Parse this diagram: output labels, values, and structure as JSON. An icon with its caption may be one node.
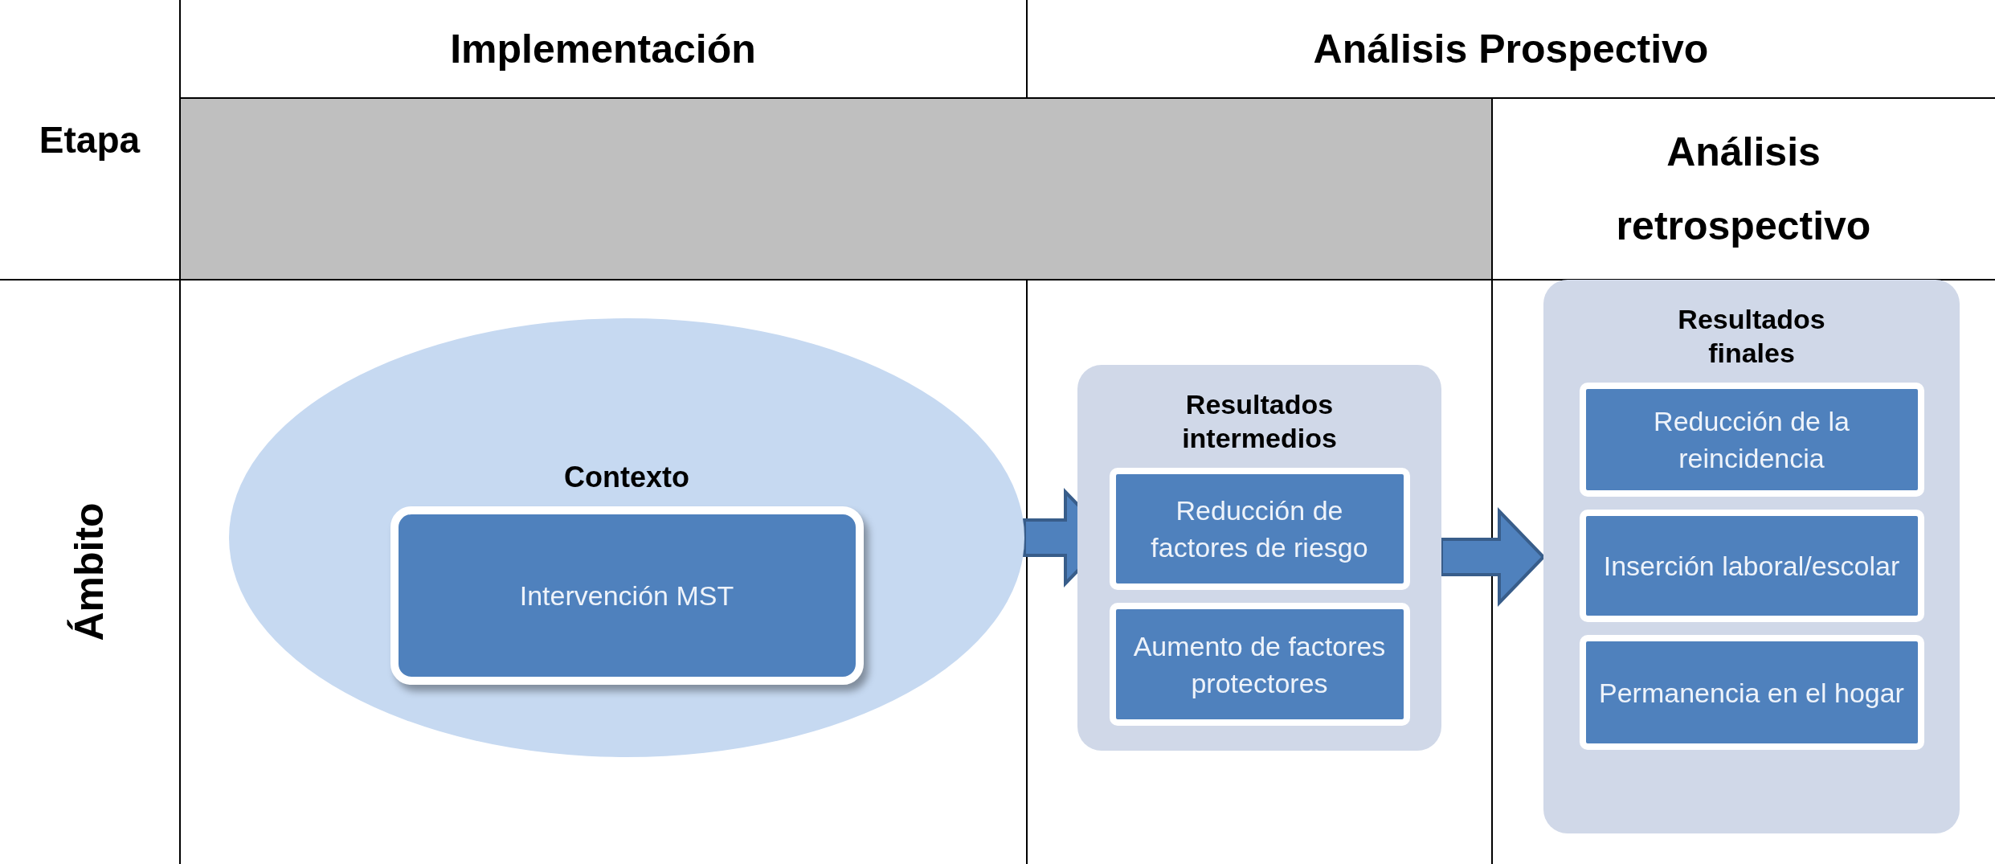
{
  "diagram": {
    "nodes": [
      {
        "text": [
          "Contexto"
        ]
      },
      {
        "text": [
          "Intervención MST"
        ],
        "in": 0
      },
      {
        "text": [
          "Resultados intermedios"
        ]
      },
      {
        "text": [
          "Reducción de factores de riesgo"
        ],
        "in": 2
      },
      {
        "text": [
          "Aumento de factores protectores"
        ],
        "in": 2
      },
      {
        "text": [
          "Resultados finales"
        ]
      },
      {
        "text": [
          "Reducción de la reincidencia"
        ],
        "in": 5
      },
      {
        "text": [
          "Inserción laboral/escolar"
        ],
        "in": 5
      },
      {
        "text": [
          "Permanencia en el hogar"
        ],
        "in": 5
      }
    ],
    "edges": [
      {
        "from": 0,
        "to": 3,
        "arrow": "to"
      },
      {
        "from": 2,
        "to": 5,
        "arrow": "to"
      }
    ],
    "labels": [
      "Etapa",
      "Implementación",
      "Análisis Prospectivo",
      "Análisis retrospectivo",
      "Ámbito"
    ]
  }
}
